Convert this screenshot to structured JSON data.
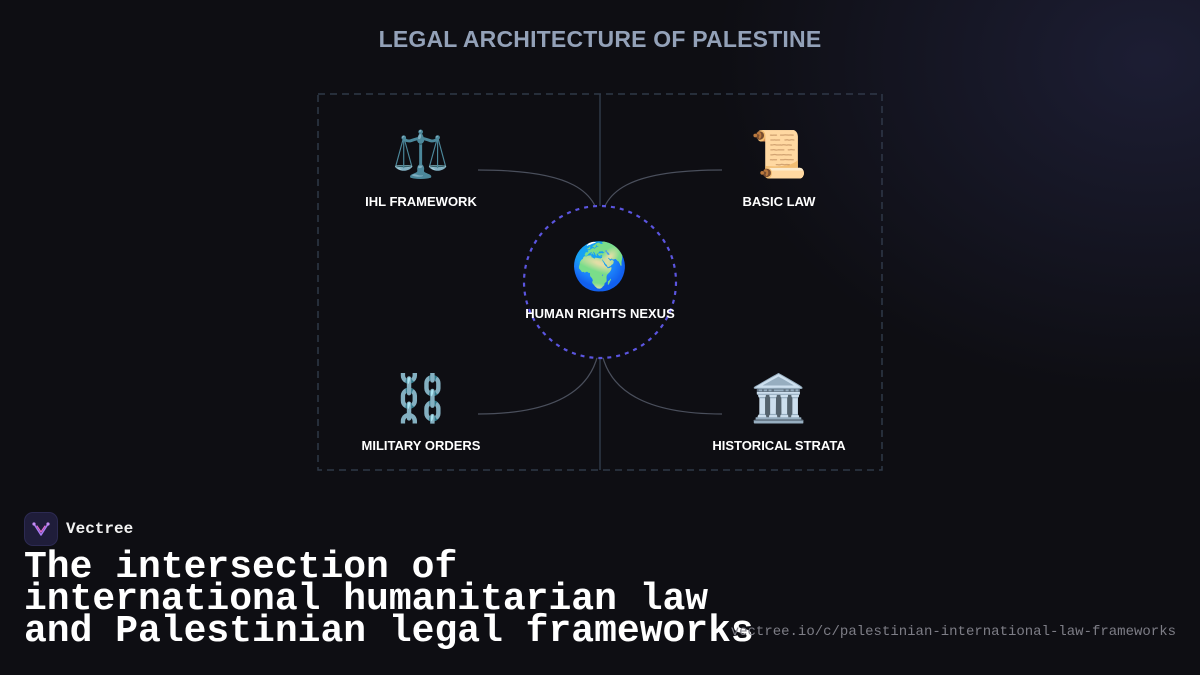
{
  "diagram": {
    "title": "LEGAL ARCHITECTURE OF PALESTINE",
    "center": {
      "label": "HUMAN RIGHTS NEXUS",
      "icon": "globe-icon",
      "glyph": "🌍"
    },
    "nodes": {
      "ihl": {
        "label": "IHL FRAMEWORK",
        "icon": "scales-icon",
        "glyph": "⚖️"
      },
      "basic_law": {
        "label": "BASIC LAW",
        "icon": "scroll-icon",
        "glyph": "📜"
      },
      "military_orders": {
        "label": "MILITARY ORDERS",
        "icon": "chains-icon",
        "glyph": "⛓️"
      },
      "historical_strata": {
        "label": "HISTORICAL STRATA",
        "icon": "classical-building-icon",
        "glyph": "🏛️"
      }
    },
    "colors": {
      "frame": "#2f3848",
      "connector": "#4a4f5c",
      "center_ring": "#5b55e0",
      "title": "#93a1b8"
    }
  },
  "brand": {
    "name": "Vectree",
    "icon": "vectree-logo-icon"
  },
  "headline": {
    "line1": "The intersection of",
    "line2": "international humanitarian law",
    "line3": "and Palestinian legal frameworks"
  },
  "url": "vectree.io/c/palestinian-international-law-frameworks"
}
